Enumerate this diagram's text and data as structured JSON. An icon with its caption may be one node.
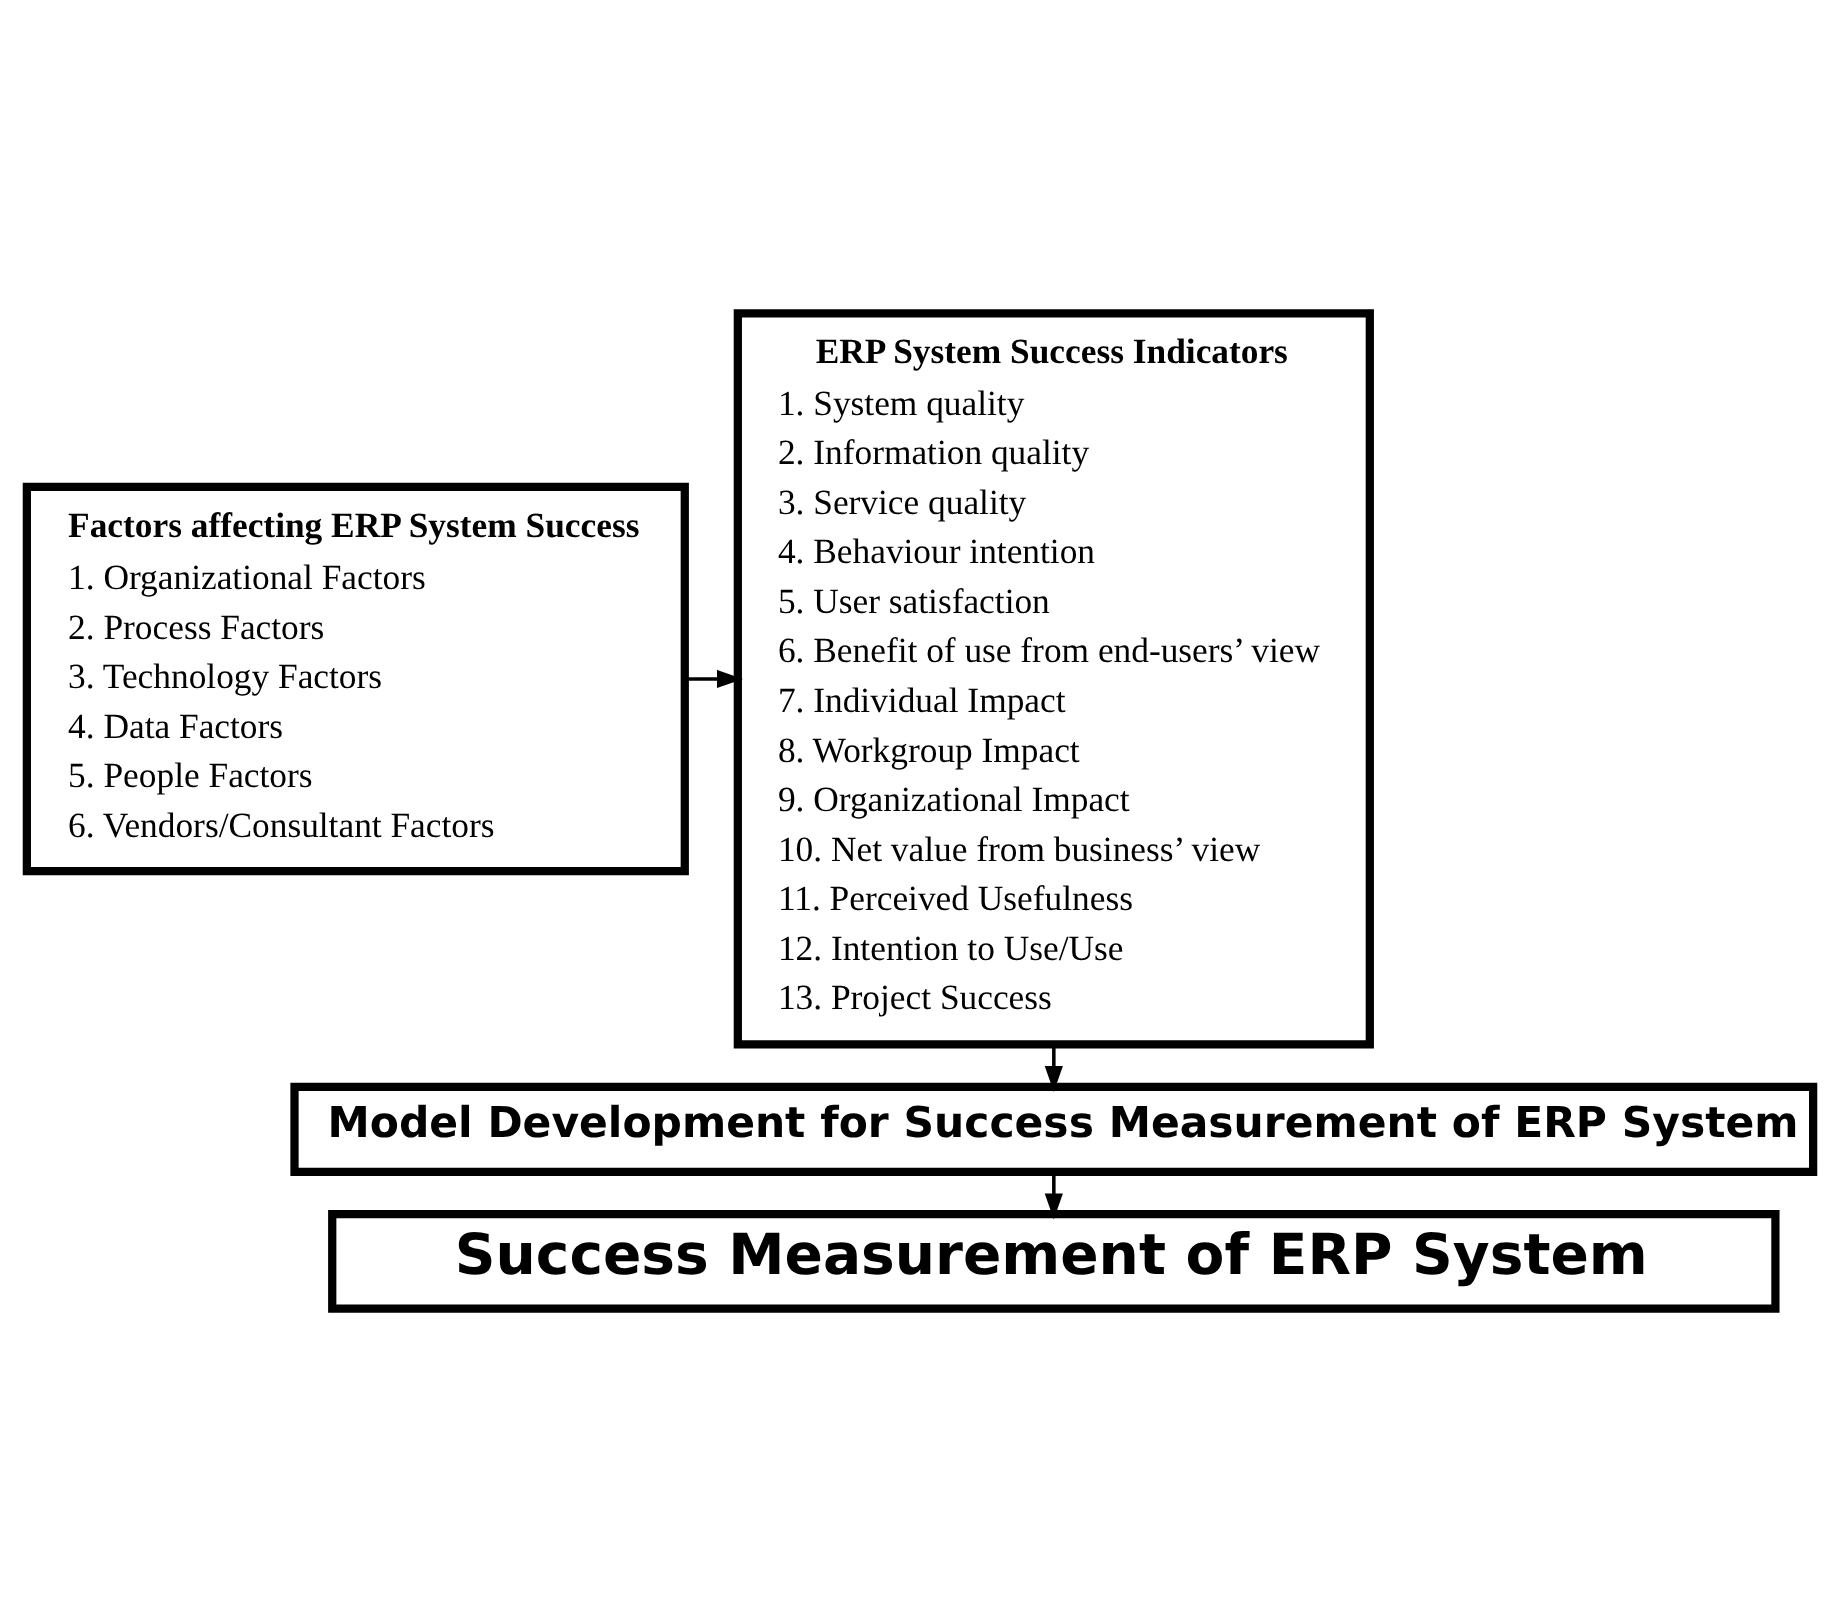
{
  "diagram": {
    "nodes": [
      {
        "text": [
          "Factors affecting ERP System Success",
          "1. Organizational Factors",
          "2. Process Factors",
          "3. Technology Factors",
          "4. Data Factors",
          "5. People Factors",
          "6. Vendors/Consultant Factors"
        ]
      },
      {
        "text": [
          "ERP System Success Indicators",
          "1. System quality",
          "2. Information quality",
          "3. Service quality",
          "4. Behaviour intention",
          "5. User satisfaction",
          "6. Benefit of use from end-users’ view",
          "7. Individual Impact",
          "8. Workgroup Impact",
          "9. Organizational Impact",
          "10. Net value from business’ view",
          "11. Perceived Usefulness",
          "12. Intention to Use/Use",
          "13. Project Success"
        ]
      },
      {
        "text": [
          "Model Development for Success Measurement of ERP System"
        ]
      },
      {
        "text": [
          "Success Measurement of ERP System"
        ]
      }
    ],
    "edges": [
      {
        "from": 0,
        "to": 1,
        "arrow": "to"
      },
      {
        "from": 1,
        "to": 2,
        "arrow": "to"
      },
      {
        "from": 2,
        "to": 3,
        "arrow": "to"
      }
    ]
  }
}
